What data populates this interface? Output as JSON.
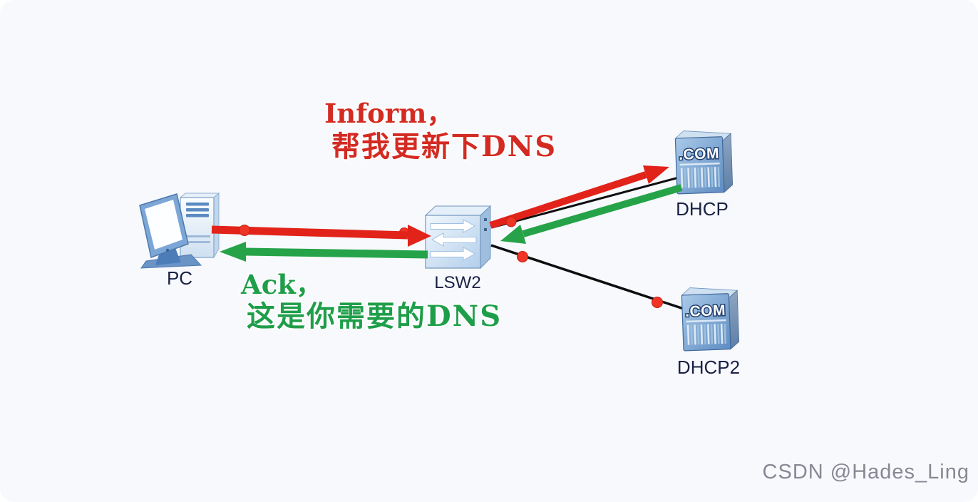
{
  "annotations": {
    "inform_line1": "Inform，",
    "inform_line2": "帮我更新下DNS",
    "ack_line1": "Ack，",
    "ack_line2": "这是你需要的DNS"
  },
  "nodes": {
    "pc": {
      "label": "PC",
      "type": "pc"
    },
    "lsw2": {
      "label": "LSW2",
      "type": "switch"
    },
    "dhcp": {
      "label": "DHCP",
      "type": "server",
      "badge": ".COM"
    },
    "dhcp2": {
      "label": "DHCP2",
      "type": "server",
      "badge": ".COM"
    }
  },
  "links": [
    {
      "from": "PC",
      "to": "LSW2"
    },
    {
      "from": "LSW2",
      "to": "DHCP"
    },
    {
      "from": "LSW2",
      "to": "DHCP2"
    }
  ],
  "flows": [
    {
      "name": "Inform",
      "color": "#e2231a",
      "path": "PC → LSW2 → DHCP"
    },
    {
      "name": "Ack",
      "color": "#26a348",
      "path": "DHCP → LSW2 → PC"
    }
  ],
  "colors": {
    "inform_red": "#d32a22",
    "ack_green": "#1f9e4a",
    "arrow_red": "#e2231a",
    "arrow_green": "#26a348",
    "link_black": "#0d0d0d",
    "dot_red": "#ee3526",
    "label_navy": "#1a2144",
    "watermark_gray": "#85818f",
    "background": "#f7f9fd"
  },
  "watermark": {
    "text": "CSDN @Hades_Ling"
  }
}
